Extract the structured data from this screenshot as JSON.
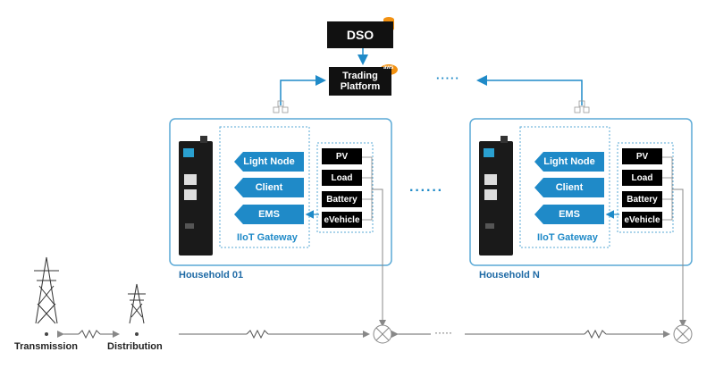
{
  "dso": {
    "label": "DSO"
  },
  "trading_platform": {
    "label_line1": "Trading",
    "label_line2": "Platform",
    "cloud_badge": "aws"
  },
  "households": [
    {
      "title": "Household 01",
      "gateway_label": "IIoT Gateway",
      "gateway_functions": [
        "Light Node",
        "Client",
        "EMS"
      ],
      "assets": [
        "PV",
        "Load",
        "Battery",
        "eVehicle"
      ]
    },
    {
      "title": "Household N",
      "gateway_label": "IIoT Gateway",
      "gateway_functions": [
        "Light Node",
        "Client",
        "EMS"
      ],
      "assets": [
        "PV",
        "Load",
        "Battery",
        "eVehicle"
      ]
    }
  ],
  "grid": {
    "transmission_label": "Transmission",
    "distribution_label": "Distribution"
  },
  "ellipsis": {
    "top": "·····",
    "middle": "······",
    "bottom": "·····"
  },
  "colors": {
    "accent": "#1f8ac8",
    "household_border": "#5aa9d6",
    "dark": "#111111",
    "aws": "#f29111"
  }
}
